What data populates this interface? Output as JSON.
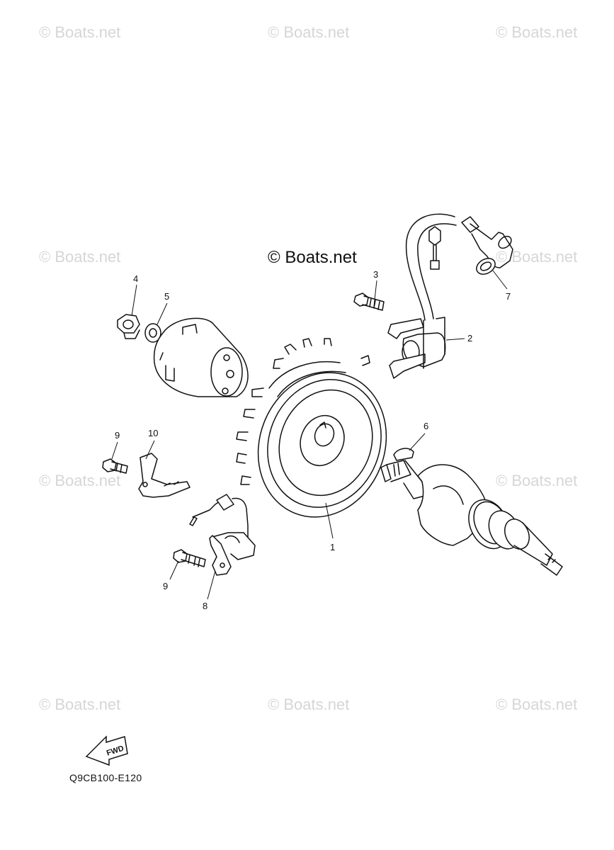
{
  "watermark": "© Boats.net",
  "center_watermark": "© Boats.net",
  "diagram_code": "Q9CB100-E120",
  "fwd_label": "FWD",
  "callouts": [
    "4",
    "5",
    "3",
    "7",
    "2",
    "1",
    "6",
    "9",
    "10",
    "9",
    "8"
  ],
  "colors": {
    "line": "#111111",
    "watermark": "#d6d6d6"
  }
}
